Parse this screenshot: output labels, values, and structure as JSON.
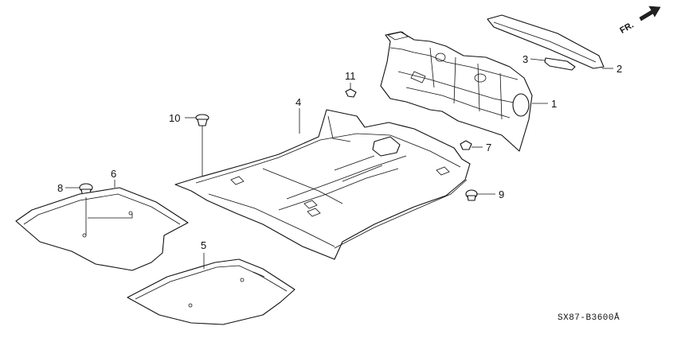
{
  "callouts": {
    "c1": "1",
    "c2": "2",
    "c3": "3",
    "c4": "4",
    "c5": "5",
    "c6": "6",
    "c7": "7",
    "c8": "8",
    "c9": "9",
    "c10": "10",
    "c11": "11"
  },
  "direction_label": "FR.",
  "diagram_code": "SX87-B3600Å"
}
